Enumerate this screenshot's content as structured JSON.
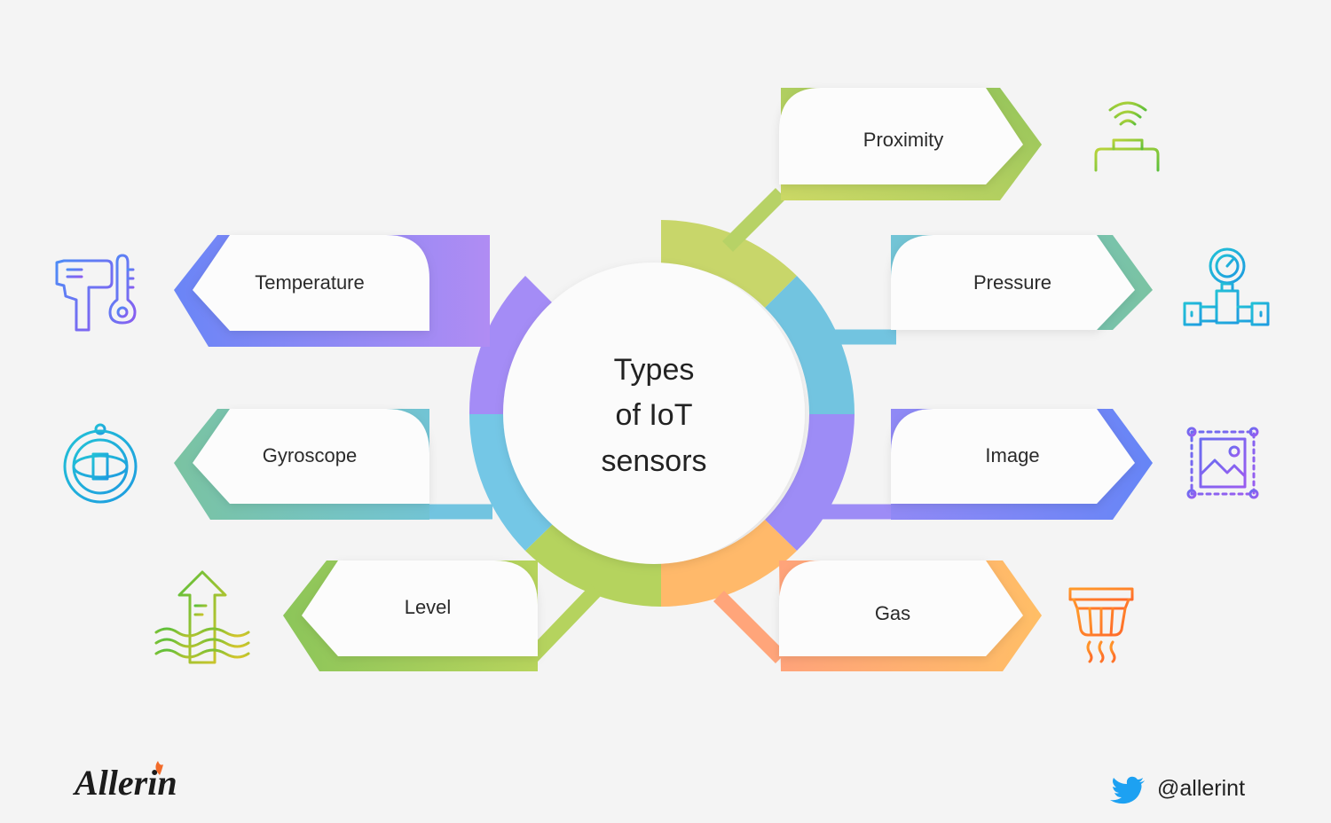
{
  "title_lines": [
    "Types",
    "of IoT",
    "sensors"
  ],
  "sensors": [
    {
      "label": "Proximity",
      "icon": "proximity-sensor-icon"
    },
    {
      "label": "Temperature",
      "icon": "thermometer-gun-icon"
    },
    {
      "label": "Pressure",
      "icon": "pressure-gauge-icon"
    },
    {
      "label": "Gyroscope",
      "icon": "gyroscope-icon"
    },
    {
      "label": "Image",
      "icon": "image-frame-icon"
    },
    {
      "label": "Level",
      "icon": "water-level-icon"
    },
    {
      "label": "Gas",
      "icon": "smoke-detector-icon"
    }
  ],
  "footer": {
    "brand": "Allerin",
    "handle": "@allerint",
    "social_icon": "twitter-bird-icon"
  },
  "colors": {
    "background": "#f4f4f4",
    "green": "#9ccc5a",
    "yellow_green": "#c8d85a",
    "teal": "#76c3b0",
    "sky": "#6ec4e0",
    "purple": "#a487f5",
    "blue": "#6a85f6",
    "orange": "#ffb766",
    "twitter": "#1da1f2"
  }
}
